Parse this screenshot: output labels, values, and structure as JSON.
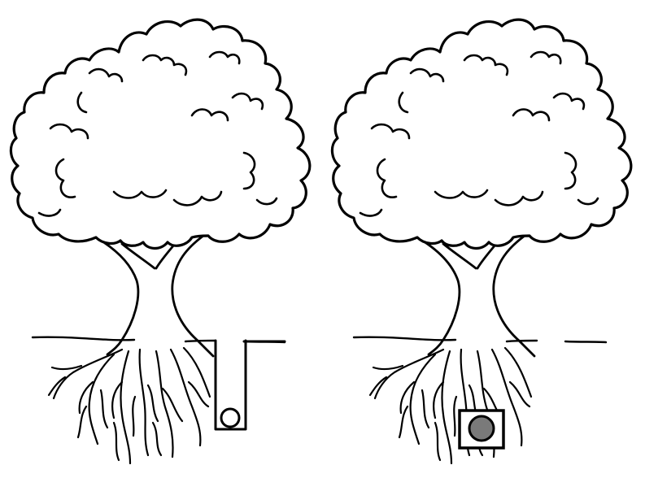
{
  "scene": {
    "panels": [
      {
        "id": "left",
        "hole_kind": "open-shaft",
        "object_shape": "circle",
        "object_fill": "#ffffff"
      },
      {
        "id": "right",
        "hole_kind": "enclosed-box",
        "object_shape": "circle",
        "object_fill": "#7a7a7a"
      }
    ],
    "colors": {
      "ink": "#000000",
      "background": "#ffffff"
    }
  }
}
